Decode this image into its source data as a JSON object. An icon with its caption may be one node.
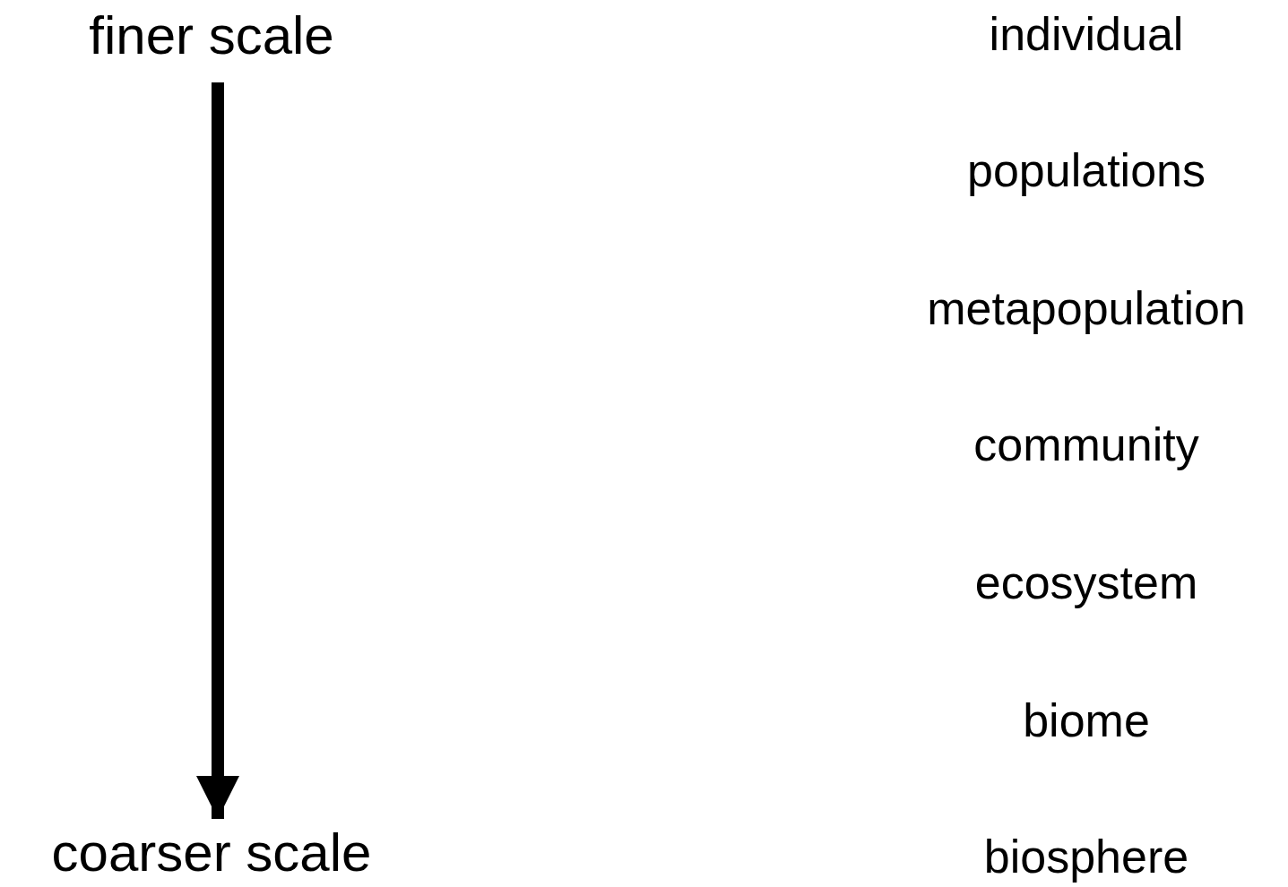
{
  "diagram": {
    "nodes": [
      {
        "text": [
          "finer scale"
        ]
      },
      {
        "text": [
          "coarser scale"
        ]
      }
    ],
    "edges": [
      {
        "from": 0,
        "to": 1,
        "arrow": "to"
      }
    ],
    "labels": [
      "individual",
      "populations",
      "metapopulation",
      "community",
      "ecosystem",
      "biome",
      "biosphere"
    ]
  }
}
